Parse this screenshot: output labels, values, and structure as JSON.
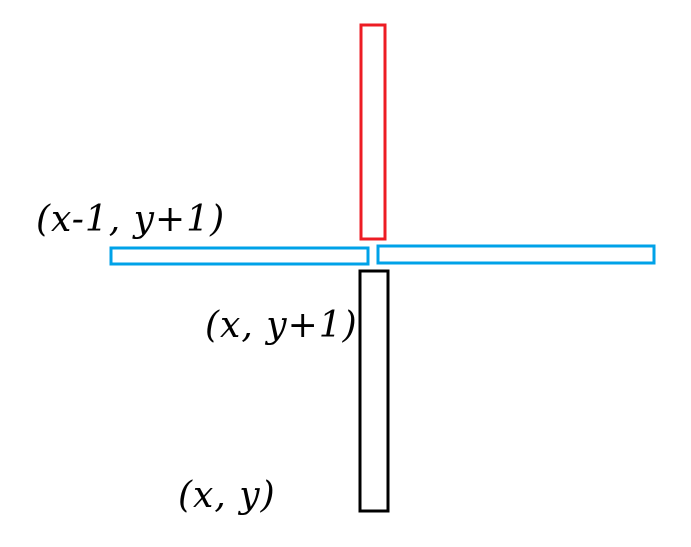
{
  "labels": {
    "top_left": "(x-1, y+1)",
    "middle": "(x, y+1)",
    "bottom": "(x, y)"
  },
  "colors": {
    "background": "#ffffff",
    "top_bar": "#ed1c24",
    "horizontal_bars": "#00a2e8",
    "bottom_bar": "#000000",
    "text": "#000000"
  }
}
